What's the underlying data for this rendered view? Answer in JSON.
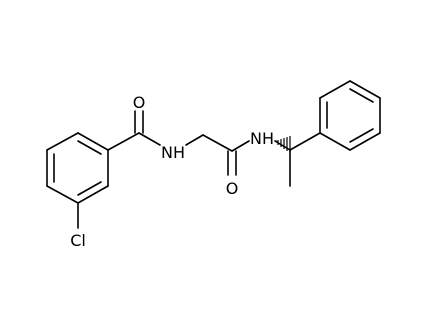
{
  "molecule": {
    "atoms": [
      {
        "id": "O1",
        "label": "O",
        "color": "#000000"
      },
      {
        "id": "N1",
        "label": "NH",
        "color": "#000000"
      },
      {
        "id": "O2",
        "label": "O",
        "color": "#000000"
      },
      {
        "id": "N2",
        "label": "NH",
        "color": "#000000"
      },
      {
        "id": "Cl",
        "label": "Cl",
        "color": "#000000"
      }
    ]
  }
}
